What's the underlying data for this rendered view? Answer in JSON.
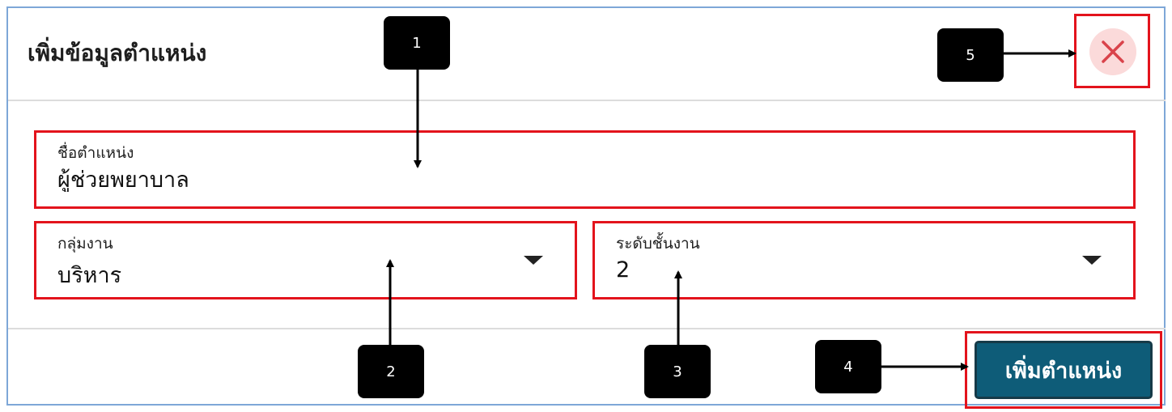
{
  "dialog": {
    "title": "เพิ่มข้อมูลตำแหน่ง",
    "close_icon": "close-icon"
  },
  "form": {
    "position_name": {
      "label": "ชื่อตำแหน่ง",
      "value": "ผู้ช่วยพยาบาล"
    },
    "work_group": {
      "label": "กลุ่มงาน",
      "value": "บริหาร",
      "icon": "dropdown-caret-icon"
    },
    "job_level": {
      "label": "ระดับชั้นงาน",
      "value": "2",
      "icon": "dropdown-caret-icon"
    }
  },
  "footer": {
    "submit_label": "เพิ่มตำแหน่ง"
  },
  "callouts": [
    "1",
    "2",
    "3",
    "4",
    "5"
  ],
  "colors": {
    "highlight": "#e3131c",
    "button": "#0e5c78",
    "close_bg": "#fbdada",
    "close_x": "#d9434b",
    "dialog_border": "#7ea7d8"
  }
}
